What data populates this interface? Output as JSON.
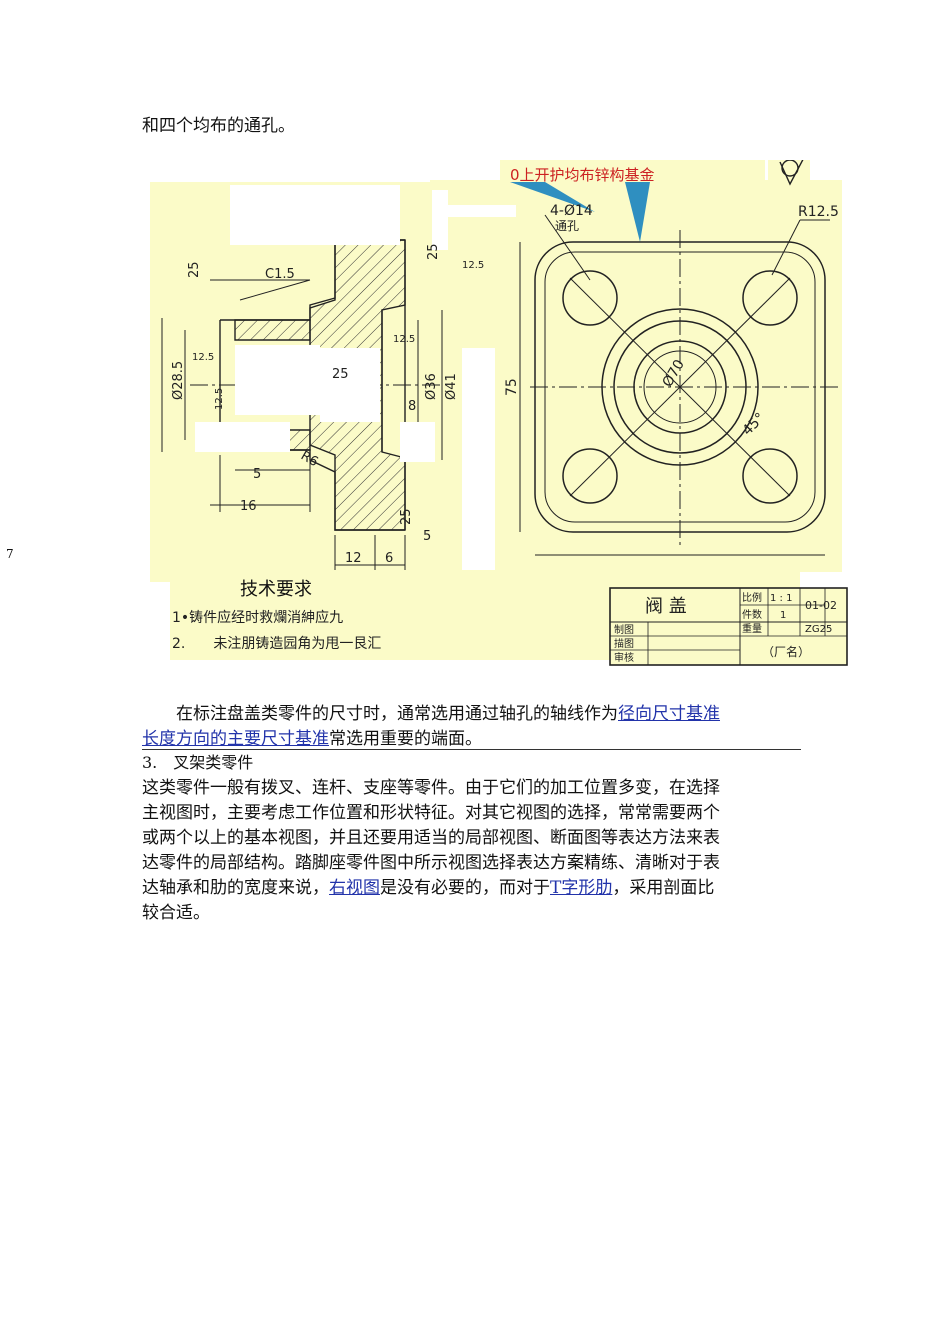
{
  "doc": {
    "intro": "和四个均布的通孔。",
    "side_mark": "7",
    "para1_a": "在标注盘盖类零件的尺寸时，通常选用通过轴孔的轴线作为",
    "link1": "径向尺寸基准",
    "link2": "长度方向的主要尺寸基准",
    "para1_b": "常选用重要的端面。",
    "section_head": "3.　叉架类零件",
    "body_lines": [
      "这类零件一般有拨叉、连杆、支座等零件。由于它们的加工位置多变，在选择",
      "主视图时，主要考虑工作位置和形状特征。对其它视图的选择，常常需要两个",
      "或两个以上的基本视图，并且还要用适当的局部视图、断面图等表达方法来表",
      "达零件的局部结构。踏脚座零件图中所示视图选择表达方案精练、清晰对于表"
    ],
    "last_a": "达轴承和肋的宽度来说，",
    "link3": "右视图",
    "last_b": "是没有必要的，而对于",
    "link4": "T字形肋",
    "last_c": "，采用剖面比",
    "final_line": "较合适。"
  },
  "drawing": {
    "callout": "0上开护均布锌构基金",
    "dims": {
      "holes": "4-Ø14",
      "holes_note": "通孔",
      "radius": "R12.5",
      "dia70": "Ø70",
      "angle": "45°",
      "h75": "75",
      "chamfer": "C1.5",
      "d28": "Ø28.5",
      "d36": "Ø36",
      "d41": "Ø41",
      "v5a": "5",
      "v16": "16",
      "v12": "12",
      "v6": "6",
      "v5b": "5",
      "v8": "8",
      "r6": "R6",
      "r25a": "25",
      "r25b": "25",
      "r25c": "25",
      "r25d": "25",
      "r125a": "12.5",
      "r125b": "12.5",
      "r125c": "12.5",
      "r125d": "12.5"
    },
    "tech_title": "技术要求",
    "req1": "1•铸件应经时救爛消紳应九",
    "req2": "2.　　未注朋铸造园角为甩一艮汇",
    "title_block": {
      "name": "阀 盖",
      "scale_label": "比例",
      "scale_value": "1 : 1",
      "qty_label": "件数",
      "qty_value": "1",
      "code": "01-02",
      "drawn": "制图",
      "checked": "描图",
      "approved": "审核",
      "material_label": "重量",
      "material": "ZG25",
      "factory": "（厂名）"
    },
    "colors": {
      "paper": "#fbfbc8",
      "ink": "#222222",
      "callout": "#2f8fc0",
      "callout_text": "#cc2222"
    }
  }
}
